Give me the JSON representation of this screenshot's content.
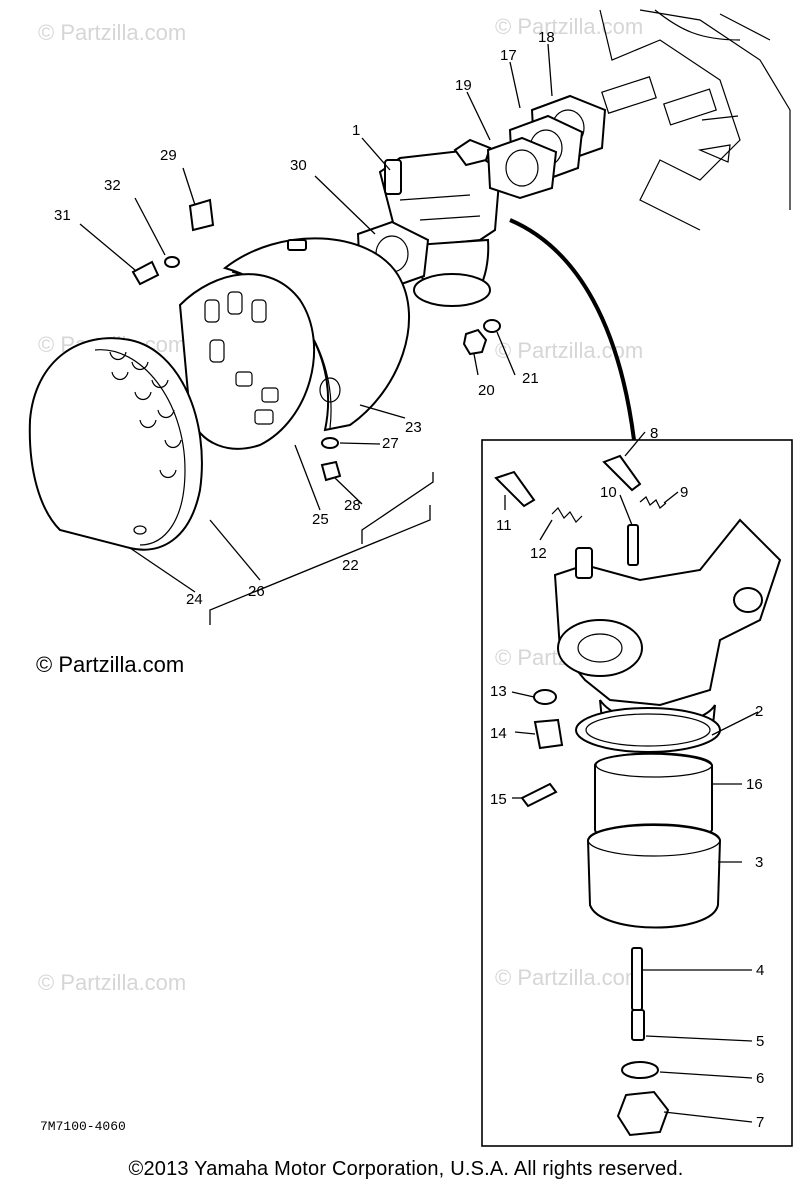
{
  "watermarks": {
    "top_left": "© Partzilla.com",
    "top_right": "© Partzilla.com",
    "mid_left": "© Partzilla.com",
    "mid_right": "© Partzilla.com",
    "inset_mid": "© Partzilla.com",
    "prominent": "© Partzilla.com",
    "bottom_left": "© Partzilla.com",
    "bottom_right": "© Partzilla.com"
  },
  "diagram_code": "7M7100-4060",
  "copyright": "©2013 Yamaha Motor Corporation, U.S.A. All rights reserved.",
  "callouts": {
    "c1": "1",
    "c2": "2",
    "c3": "3",
    "c4": "4",
    "c5": "5",
    "c6": "6",
    "c7": "7",
    "c8": "8",
    "c9": "9",
    "c10": "10",
    "c11": "11",
    "c12": "12",
    "c13": "13",
    "c14": "14",
    "c15": "15",
    "c16": "16",
    "c17": "17",
    "c18": "18",
    "c19": "19",
    "c20": "20",
    "c21": "21",
    "c22": "22",
    "c23": "23",
    "c24": "24",
    "c25": "25",
    "c26": "26",
    "c27": "27",
    "c28": "28",
    "c29": "29",
    "c30": "30",
    "c31": "31",
    "c32": "32"
  }
}
